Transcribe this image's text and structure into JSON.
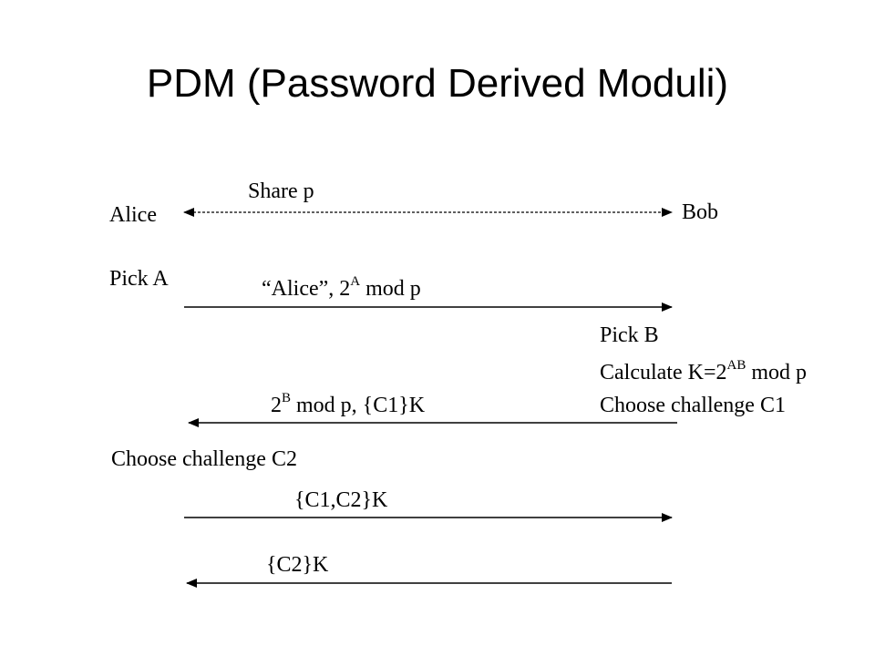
{
  "title": "PDM (Password Derived Moduli)",
  "parties": {
    "alice": "Alice",
    "bob": "Bob"
  },
  "shared": {
    "label": "Share p"
  },
  "alice_steps": {
    "pick": "Pick A",
    "choose": "Choose challenge C2"
  },
  "bob_steps": {
    "pick": "Pick B",
    "calc_prefix": "Calculate K=2",
    "calc_sup": "AB",
    "calc_suffix": " mod p",
    "choose": "Choose challenge C1"
  },
  "messages": {
    "m1_prefix": "“Alice”, 2",
    "m1_sup": "A",
    "m1_suffix": " mod p",
    "m2_prefix": "2",
    "m2_sup": "B",
    "m2_suffix": " mod p, {C1}K",
    "m3": "{C1,C2}K",
    "m4": "{C2}K"
  }
}
